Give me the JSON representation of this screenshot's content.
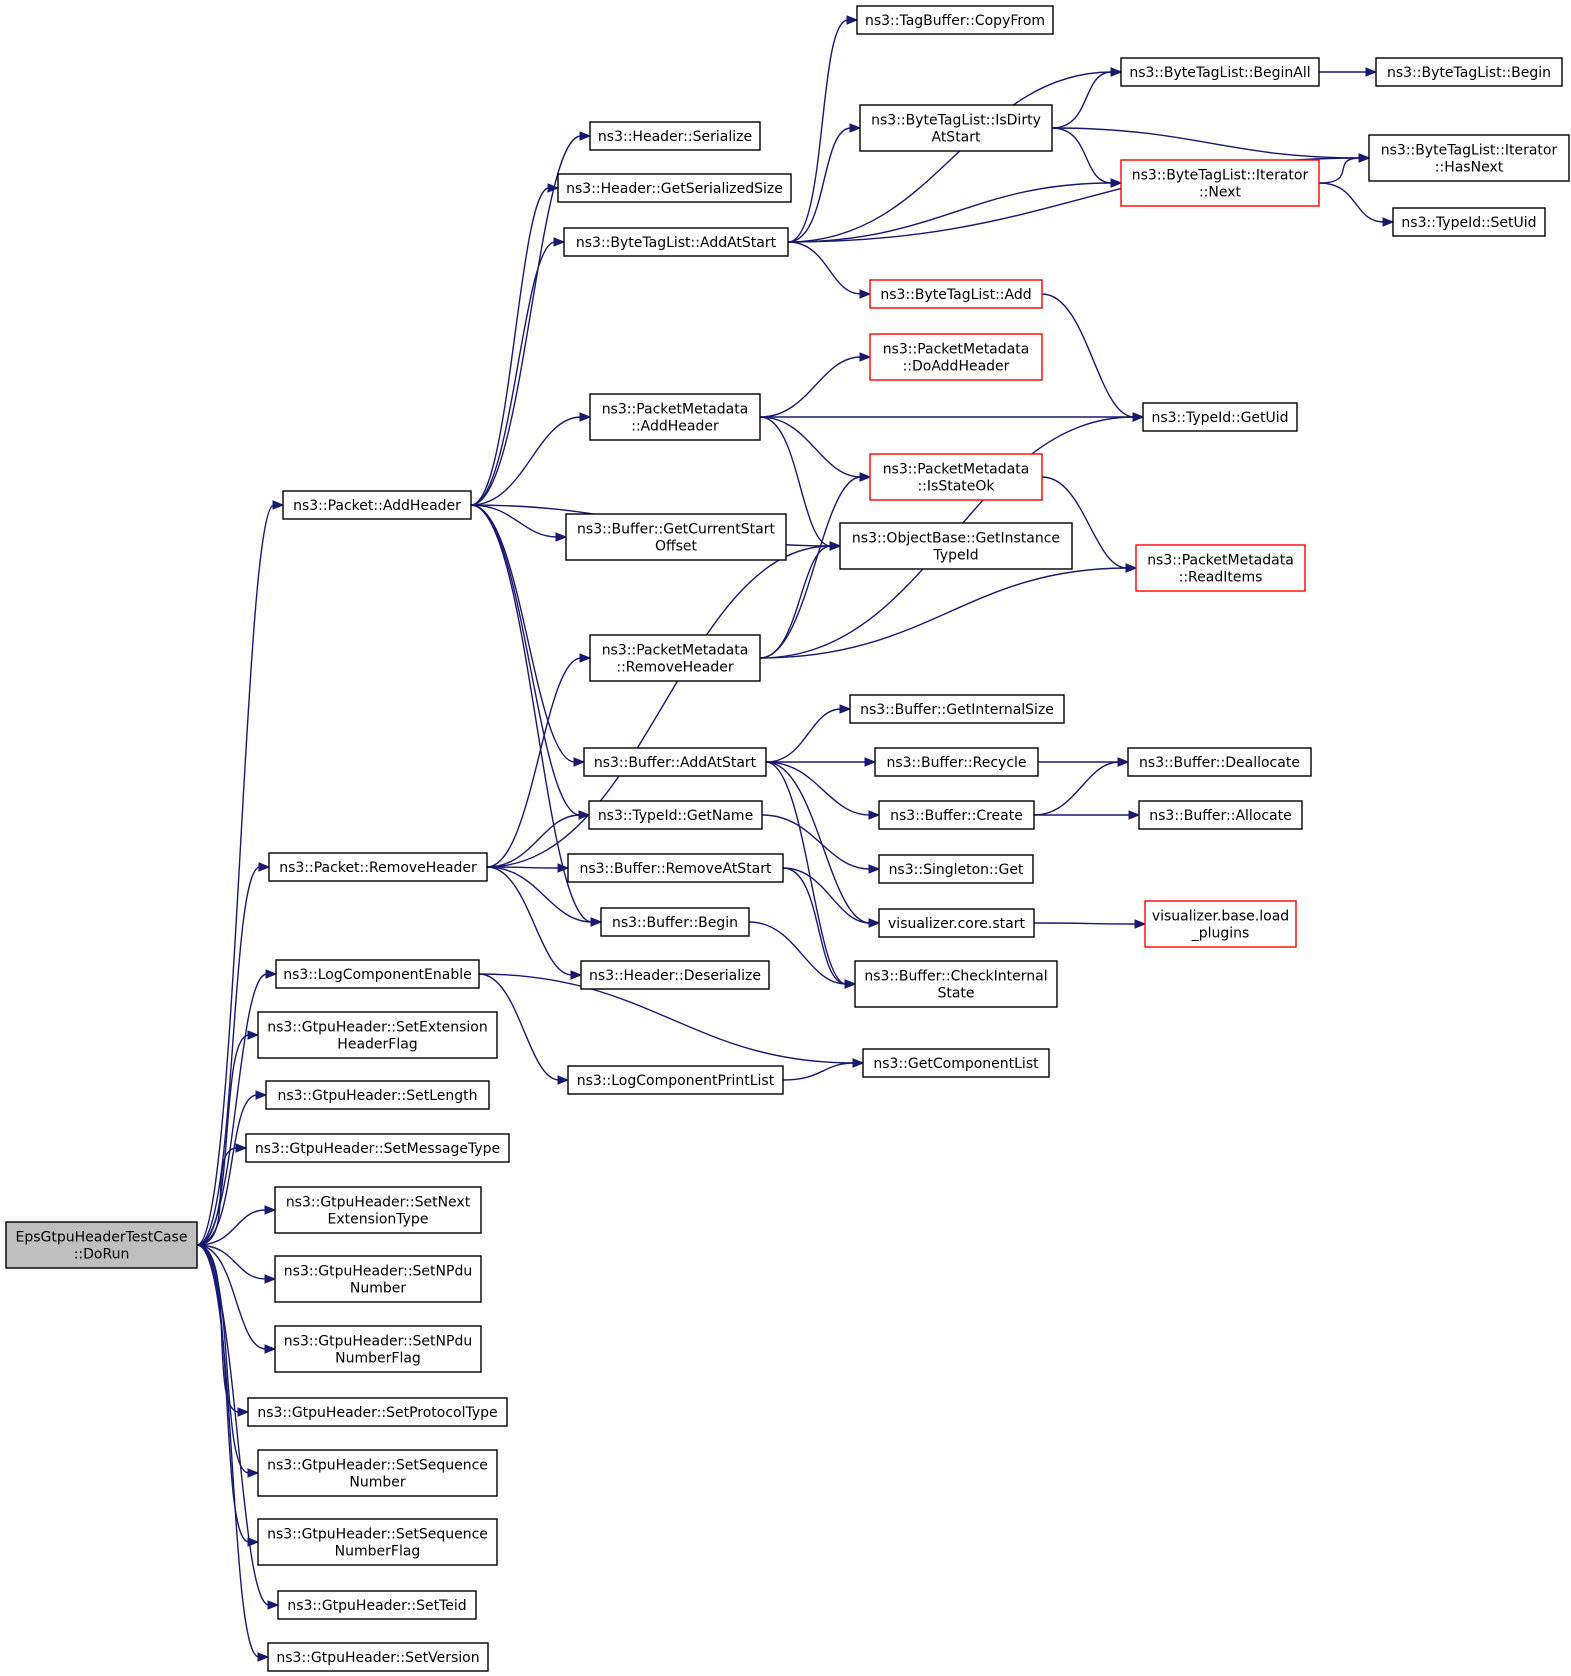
{
  "diagram": {
    "nodes": {
      "dorun": {
        "lines": [
          "EpsGtpuHeaderTestCase",
          "::DoRun"
        ],
        "style": "root"
      },
      "pkt_addheader": {
        "lines": [
          "ns3::Packet::AddHeader"
        ]
      },
      "pkt_removeheader": {
        "lines": [
          "ns3::Packet::RemoveHeader"
        ]
      },
      "logcompenable": {
        "lines": [
          "ns3::LogComponentEnable"
        ]
      },
      "set_exthdrflag": {
        "lines": [
          "ns3::GtpuHeader::SetExtension",
          "HeaderFlag"
        ]
      },
      "set_length": {
        "lines": [
          "ns3::GtpuHeader::SetLength"
        ]
      },
      "set_msgtype": {
        "lines": [
          "ns3::GtpuHeader::SetMessageType"
        ]
      },
      "set_nextext": {
        "lines": [
          "ns3::GtpuHeader::SetNext",
          "ExtensionType"
        ]
      },
      "set_npdunum": {
        "lines": [
          "ns3::GtpuHeader::SetNPdu",
          "Number"
        ]
      },
      "set_npduflag": {
        "lines": [
          "ns3::GtpuHeader::SetNPdu",
          "NumberFlag"
        ]
      },
      "set_proto": {
        "lines": [
          "ns3::GtpuHeader::SetProtocolType"
        ]
      },
      "set_seqnum": {
        "lines": [
          "ns3::GtpuHeader::SetSequence",
          "Number"
        ]
      },
      "set_seqflag": {
        "lines": [
          "ns3::GtpuHeader::SetSequence",
          "NumberFlag"
        ]
      },
      "set_teid": {
        "lines": [
          "ns3::GtpuHeader::SetTeid"
        ]
      },
      "set_version": {
        "lines": [
          "ns3::GtpuHeader::SetVersion"
        ]
      },
      "hdr_serialize": {
        "lines": [
          "ns3::Header::Serialize"
        ]
      },
      "hdr_getsersize": {
        "lines": [
          "ns3::Header::GetSerializedSize"
        ]
      },
      "btl_addatstart": {
        "lines": [
          "ns3::ByteTagList::AddAtStart"
        ]
      },
      "pm_addheader": {
        "lines": [
          "ns3::PacketMetadata",
          "::AddHeader"
        ]
      },
      "buf_getcurstart": {
        "lines": [
          "ns3::Buffer::GetCurrentStart",
          "Offset"
        ]
      },
      "pm_removeheader": {
        "lines": [
          "ns3::PacketMetadata",
          "::RemoveHeader"
        ]
      },
      "buf_addatstart": {
        "lines": [
          "ns3::Buffer::AddAtStart"
        ]
      },
      "tid_getname": {
        "lines": [
          "ns3::TypeId::GetName"
        ]
      },
      "buf_removeatstart": {
        "lines": [
          "ns3::Buffer::RemoveAtStart"
        ]
      },
      "buf_begin": {
        "lines": [
          "ns3::Buffer::Begin"
        ]
      },
      "hdr_deserialize": {
        "lines": [
          "ns3::Header::Deserialize"
        ]
      },
      "logcompprintlist": {
        "lines": [
          "ns3::LogComponentPrintList"
        ]
      },
      "tagbuf_copyfrom": {
        "lines": [
          "ns3::TagBuffer::CopyFrom"
        ]
      },
      "btl_isdirty": {
        "lines": [
          "ns3::ByteTagList::IsDirty",
          "AtStart"
        ]
      },
      "btl_add": {
        "lines": [
          "ns3::ByteTagList::Add"
        ],
        "style": "partial"
      },
      "pm_doaddheader": {
        "lines": [
          "ns3::PacketMetadata",
          "::DoAddHeader"
        ],
        "style": "partial"
      },
      "pm_isstateok": {
        "lines": [
          "ns3::PacketMetadata",
          "::IsStateOk"
        ],
        "style": "partial"
      },
      "ob_getinstancetid": {
        "lines": [
          "ns3::ObjectBase::GetInstance",
          "TypeId"
        ]
      },
      "buf_getintsize": {
        "lines": [
          "ns3::Buffer::GetInternalSize"
        ]
      },
      "buf_recycle": {
        "lines": [
          "ns3::Buffer::Recycle"
        ]
      },
      "buf_create": {
        "lines": [
          "ns3::Buffer::Create"
        ]
      },
      "singleton_get": {
        "lines": [
          "ns3::Singleton::Get"
        ]
      },
      "viz_start": {
        "lines": [
          "visualizer.core.start"
        ]
      },
      "buf_checkstate": {
        "lines": [
          "ns3::Buffer::CheckInternal",
          "State"
        ]
      },
      "getcomplist": {
        "lines": [
          "ns3::GetComponentList"
        ]
      },
      "btl_beginall": {
        "lines": [
          "ns3::ByteTagList::BeginAll"
        ]
      },
      "btl_it_next": {
        "lines": [
          "ns3::ByteTagList::Iterator",
          "::Next"
        ],
        "style": "partial"
      },
      "tid_getuid": {
        "lines": [
          "ns3::TypeId::GetUid"
        ]
      },
      "pm_readitems": {
        "lines": [
          "ns3::PacketMetadata",
          "::ReadItems"
        ],
        "style": "partial"
      },
      "buf_dealloc": {
        "lines": [
          "ns3::Buffer::Deallocate"
        ]
      },
      "buf_alloc": {
        "lines": [
          "ns3::Buffer::Allocate"
        ]
      },
      "viz_loadplugins": {
        "lines": [
          "visualizer.base.load",
          "_plugins"
        ],
        "style": "partial"
      },
      "btl_begin": {
        "lines": [
          "ns3::ByteTagList::Begin"
        ]
      },
      "btl_it_hasnext": {
        "lines": [
          "ns3::ByteTagList::Iterator",
          "::HasNext"
        ]
      },
      "tid_setuid": {
        "lines": [
          "ns3::TypeId::SetUid"
        ]
      }
    },
    "edges": [
      [
        "dorun",
        "pkt_addheader"
      ],
      [
        "dorun",
        "pkt_removeheader"
      ],
      [
        "dorun",
        "logcompenable"
      ],
      [
        "dorun",
        "set_exthdrflag"
      ],
      [
        "dorun",
        "set_length"
      ],
      [
        "dorun",
        "set_msgtype"
      ],
      [
        "dorun",
        "set_nextext"
      ],
      [
        "dorun",
        "set_npdunum"
      ],
      [
        "dorun",
        "set_npduflag"
      ],
      [
        "dorun",
        "set_proto"
      ],
      [
        "dorun",
        "set_seqnum"
      ],
      [
        "dorun",
        "set_seqflag"
      ],
      [
        "dorun",
        "set_teid"
      ],
      [
        "dorun",
        "set_version"
      ],
      [
        "pkt_addheader",
        "hdr_serialize"
      ],
      [
        "pkt_addheader",
        "hdr_getsersize"
      ],
      [
        "pkt_addheader",
        "btl_addatstart"
      ],
      [
        "pkt_addheader",
        "pm_addheader"
      ],
      [
        "pkt_addheader",
        "ob_getinstancetid"
      ],
      [
        "pkt_addheader",
        "buf_getcurstart"
      ],
      [
        "pkt_addheader",
        "buf_addatstart"
      ],
      [
        "pkt_addheader",
        "tid_getname"
      ],
      [
        "pkt_addheader",
        "buf_begin"
      ],
      [
        "pkt_removeheader",
        "ob_getinstancetid"
      ],
      [
        "pkt_removeheader",
        "pm_removeheader"
      ],
      [
        "pkt_removeheader",
        "tid_getname"
      ],
      [
        "pkt_removeheader",
        "buf_removeatstart"
      ],
      [
        "pkt_removeheader",
        "buf_begin"
      ],
      [
        "pkt_removeheader",
        "hdr_deserialize"
      ],
      [
        "logcompenable",
        "getcomplist"
      ],
      [
        "logcompenable",
        "logcompprintlist"
      ],
      [
        "logcompprintlist",
        "getcomplist"
      ],
      [
        "btl_addatstart",
        "tagbuf_copyfrom"
      ],
      [
        "btl_addatstart",
        "btl_beginall"
      ],
      [
        "btl_addatstart",
        "btl_isdirty"
      ],
      [
        "btl_addatstart",
        "btl_it_next"
      ],
      [
        "btl_addatstart",
        "btl_it_hasnext"
      ],
      [
        "btl_addatstart",
        "btl_add"
      ],
      [
        "btl_beginall",
        "btl_begin"
      ],
      [
        "btl_isdirty",
        "btl_beginall"
      ],
      [
        "btl_isdirty",
        "btl_it_hasnext"
      ],
      [
        "btl_isdirty",
        "btl_it_next"
      ],
      [
        "btl_it_next",
        "btl_it_hasnext"
      ],
      [
        "btl_it_next",
        "tid_setuid"
      ],
      [
        "btl_add",
        "tid_getuid"
      ],
      [
        "pm_addheader",
        "pm_doaddheader"
      ],
      [
        "pm_addheader",
        "tid_getuid"
      ],
      [
        "pm_addheader",
        "pm_isstateok"
      ],
      [
        "pm_addheader",
        "ob_getinstancetid"
      ],
      [
        "pm_isstateok",
        "pm_readitems"
      ],
      [
        "pm_removeheader",
        "pm_isstateok"
      ],
      [
        "pm_removeheader",
        "ob_getinstancetid"
      ],
      [
        "pm_removeheader",
        "tid_getuid"
      ],
      [
        "pm_removeheader",
        "pm_readitems"
      ],
      [
        "buf_addatstart",
        "buf_getintsize"
      ],
      [
        "buf_addatstart",
        "buf_recycle"
      ],
      [
        "buf_addatstart",
        "buf_create"
      ],
      [
        "buf_addatstart",
        "viz_start"
      ],
      [
        "buf_addatstart",
        "buf_checkstate"
      ],
      [
        "buf_recycle",
        "buf_dealloc"
      ],
      [
        "buf_create",
        "buf_dealloc"
      ],
      [
        "buf_create",
        "buf_alloc"
      ],
      [
        "tid_getname",
        "singleton_get"
      ],
      [
        "buf_removeatstart",
        "viz_start"
      ],
      [
        "buf_removeatstart",
        "buf_checkstate"
      ],
      [
        "buf_begin",
        "buf_checkstate"
      ],
      [
        "viz_start",
        "viz_loadplugins"
      ]
    ]
  }
}
